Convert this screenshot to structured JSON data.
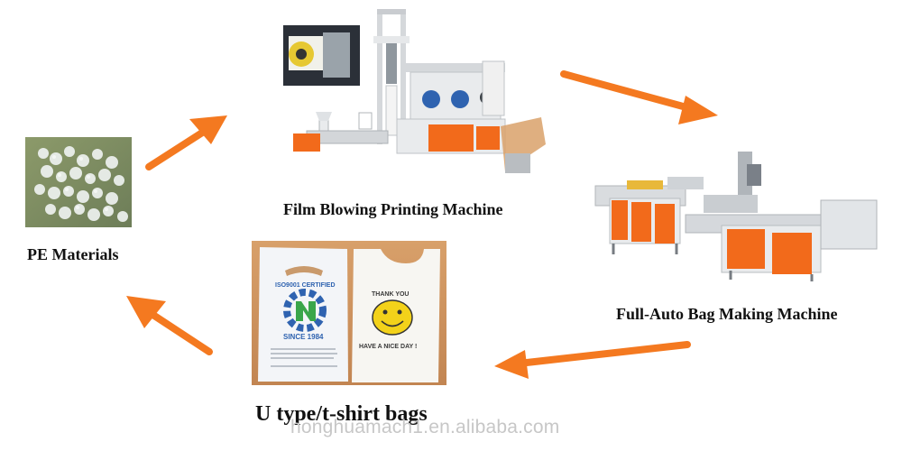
{
  "nodes": {
    "pe_materials": {
      "label": "PE Materials"
    },
    "film_blowing": {
      "label": "Film Blowing Printing Machine"
    },
    "bag_making": {
      "label": "Full-Auto Bag Making Machine"
    },
    "bags": {
      "label": "U type/t-shirt bags"
    }
  },
  "bag_prints": {
    "left_bag_header": "ISO9001 CERTIFIED",
    "left_bag_since": "SINCE 1984",
    "right_bag_top": "THANK YOU",
    "right_bag_bottom": "HAVE A NICE DAY !"
  },
  "watermark": "honghuamach1.en.alibaba.com",
  "colors": {
    "arrow": "#f47920",
    "machine_orange": "#f26a1b",
    "machine_white": "#e9ebed",
    "logo_blue": "#2f63b0",
    "logo_green": "#3aa64a",
    "smiley": "#f3d21a"
  }
}
